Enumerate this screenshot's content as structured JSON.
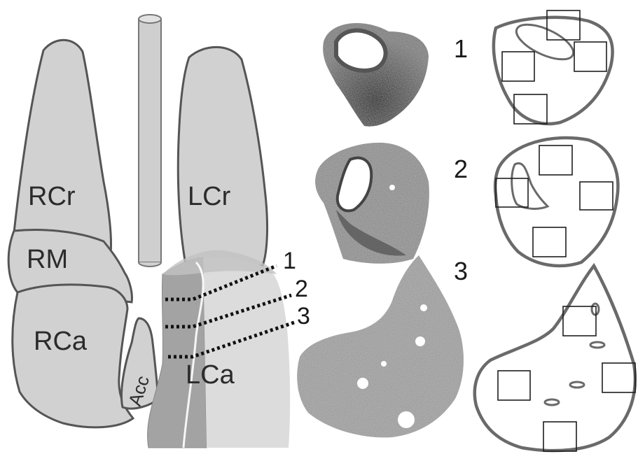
{
  "labels": {
    "rcr": "RCr",
    "rm": "RM",
    "rca": "RCa",
    "lcr": "LCr",
    "lca": "LCa",
    "acc": "Acc"
  },
  "cut_numbers": [
    "1",
    "2",
    "3"
  ],
  "section_numbers": [
    "1",
    "2",
    "3"
  ],
  "colors": {
    "lobe_fill": "#d1d1d1",
    "lobe_stroke": "#555555",
    "cut_face_dark": "#a3a3a3",
    "cut_face_light": "#dcdcdc",
    "outline": "#6a6a6a"
  }
}
